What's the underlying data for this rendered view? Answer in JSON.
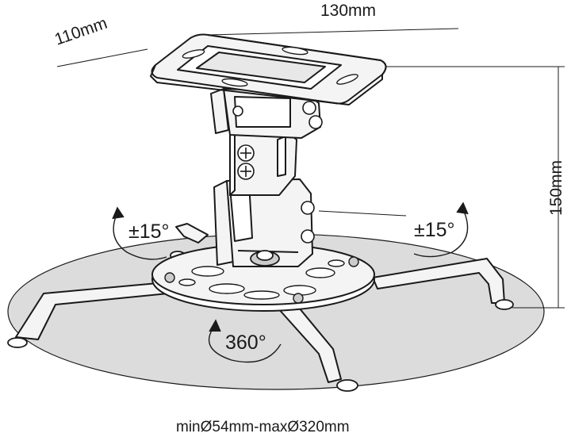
{
  "dimensions": {
    "width": "130mm",
    "depth": "110mm",
    "height": "150mm"
  },
  "tilt": {
    "left": "±15°",
    "right": "±15°"
  },
  "rotation": "360°",
  "projector_range": "minØ54mm-maxØ320mm",
  "colors": {
    "line": "#1a1a1a",
    "shadow": "#dcdcdc",
    "metal": "#f4f4f4"
  }
}
